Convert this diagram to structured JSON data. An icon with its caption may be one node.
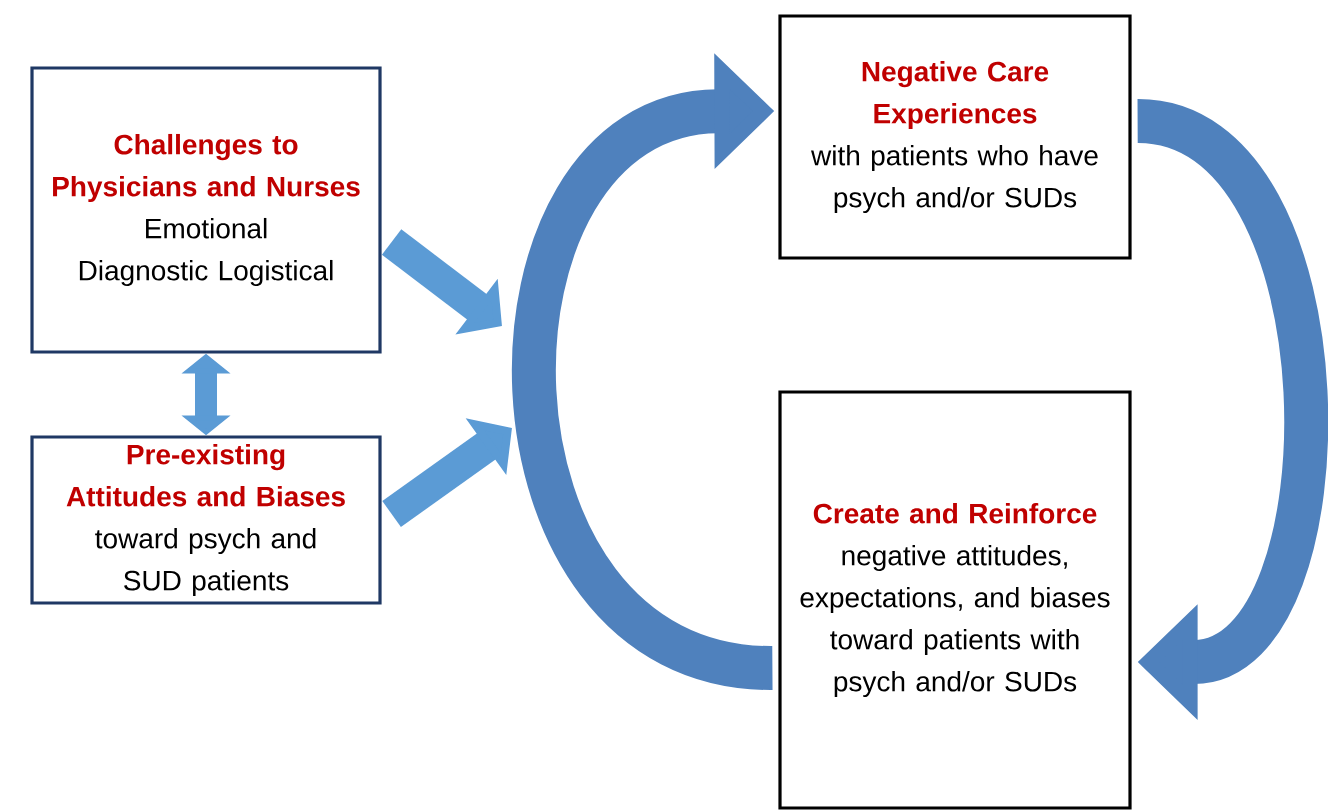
{
  "diagram": {
    "nodes": [
      {
        "text": [
          "Challenges to Physicians and Nurses",
          "Emotional Diagnostic Logistical"
        ]
      },
      {
        "text": [
          "Pre-existing Attitudes and Biases",
          "toward psych and SUD patients"
        ]
      },
      {
        "text": [
          "Negative Care Experiences",
          "with patients who have psych and/or SUDs"
        ]
      },
      {
        "text": [
          "Create and Reinforce",
          "negative attitudes, expectations, and biases toward patients with psych and/or SUDs"
        ]
      }
    ],
    "edges": [
      {
        "from": 0,
        "to": 1,
        "arrow": "both"
      },
      {
        "from": 0,
        "to": null,
        "arrow": "to"
      },
      {
        "from": 1,
        "to": null,
        "arrow": "to"
      },
      {
        "from": 3,
        "to": 2,
        "arrow": "to"
      },
      {
        "from": 2,
        "to": 3,
        "arrow": "to"
      }
    ]
  }
}
